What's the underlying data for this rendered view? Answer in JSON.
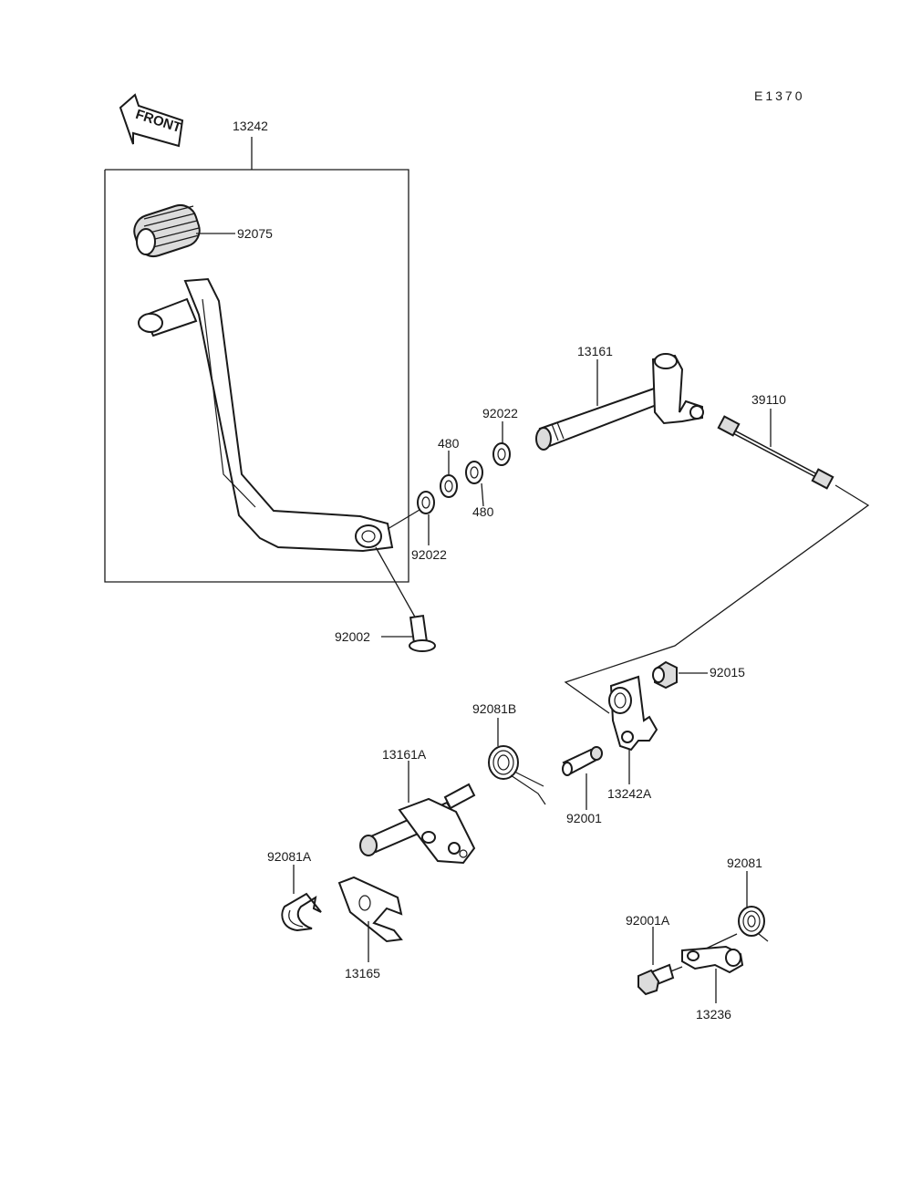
{
  "diagram_code": "E1370",
  "front_arrow_label": "FRONT",
  "labels": {
    "shift_pedal_assy": "13242",
    "pedal_rubber": "92075",
    "shift_shaft": "13161",
    "tie_rod": "39110",
    "washer_upper": "92022",
    "circlip_upper": "480",
    "circlip_lower": "480",
    "washer_lower": "92022",
    "pedal_bolt": "92002",
    "nut": "92015",
    "spring_b": "92081B",
    "lever_13161a": "13161A",
    "stud": "92001",
    "lever_13242a": "13242A",
    "spring_a": "92081A",
    "spring": "92081",
    "bolt_a": "92001A",
    "plate": "13165",
    "stopper_lever": "13236"
  }
}
